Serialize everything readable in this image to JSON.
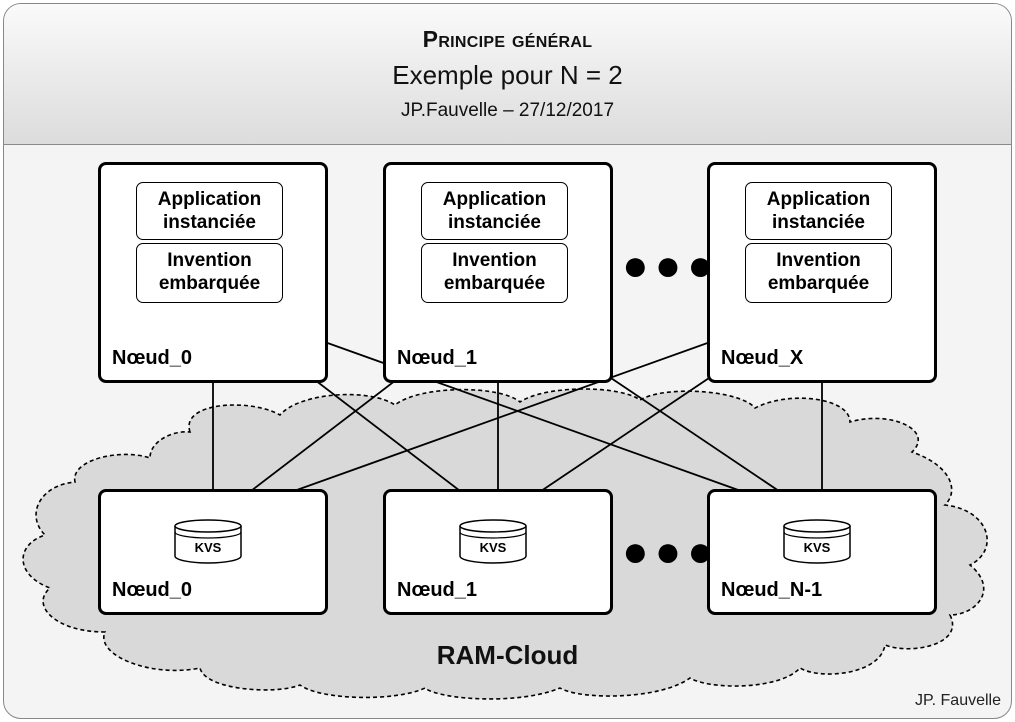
{
  "header": {
    "title": "Principe général",
    "subtitle": "Exemple pour N = 2",
    "byline": "JP.Fauvelle – 27/12/2017"
  },
  "app_nodes": [
    {
      "label": "Nœud_0",
      "app_line1": "Application",
      "app_line2": "instanciée",
      "inv_line1": "Invention",
      "inv_line2": "embarquée"
    },
    {
      "label": "Nœud_1",
      "app_line1": "Application",
      "app_line2": "instanciée",
      "inv_line1": "Invention",
      "inv_line2": "embarquée"
    },
    {
      "label": "Nœud_X",
      "app_line1": "Application",
      "app_line2": "instanciée",
      "inv_line1": "Invention",
      "inv_line2": "embarquée"
    }
  ],
  "cloud_nodes": [
    {
      "label": "Nœud_0",
      "store": "KVS"
    },
    {
      "label": "Nœud_1",
      "store": "KVS"
    },
    {
      "label": "Nœud_N-1",
      "store": "KVS"
    }
  ],
  "ellipsis": "●●●",
  "cloud_label": "RAM-Cloud",
  "credit": "JP. Fauvelle",
  "colors": {
    "cloud_fill": "#d9d9d9",
    "header_fill": "#e4e4e4",
    "border": "#000000"
  }
}
